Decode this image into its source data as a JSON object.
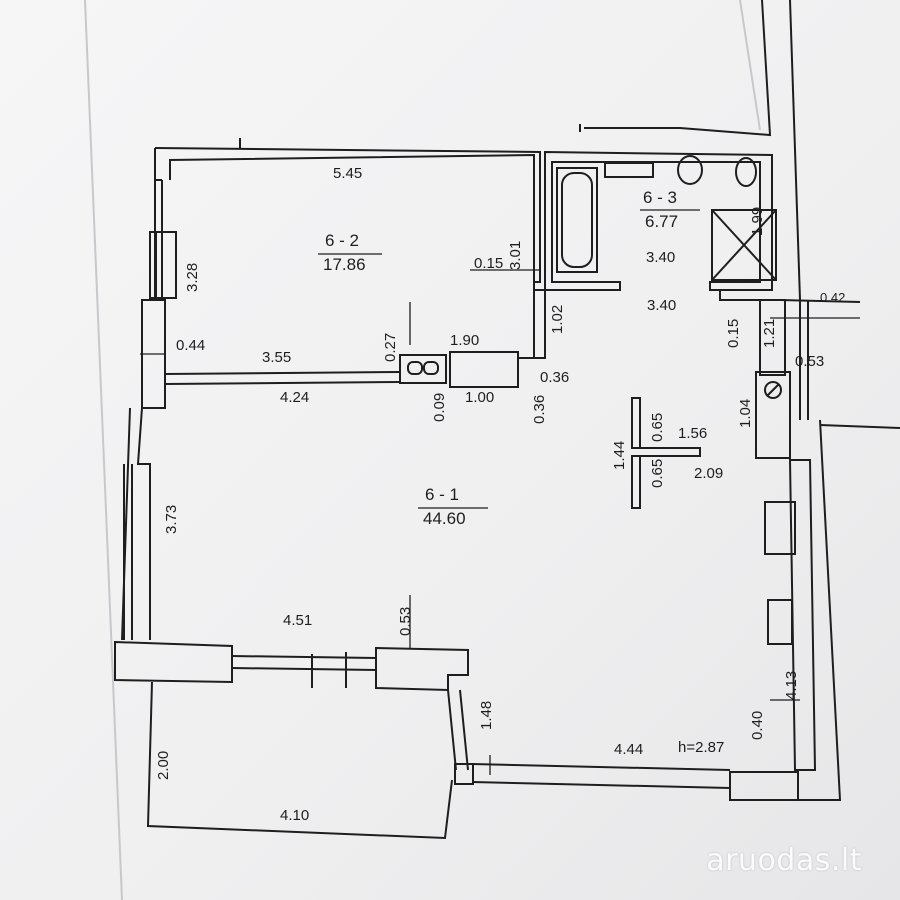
{
  "rooms": {
    "r62": {
      "code": "6 - 2",
      "area": "17.86"
    },
    "r63": {
      "code": "6 - 3",
      "area": "6.77"
    },
    "r61": {
      "code": "6 - 1",
      "area": "44.60"
    }
  },
  "dims": {
    "d545": "5.45",
    "d328": "3.28",
    "d301": "3.01",
    "d015a": "0.15",
    "d340a": "3.40",
    "d199": "1.99",
    "d340b": "3.40",
    "d042": "0.42",
    "d044": "0.44",
    "d355": "3.55",
    "d027": "0.27",
    "d190": "1.90",
    "d102": "1.02",
    "d015b": "0.15",
    "d121": "1.21",
    "d053a": "0.53",
    "d424": "4.24",
    "d009": "0.09",
    "d100": "1.00",
    "d036a": "0.36",
    "d036b": "0.36",
    "d065a": "0.65",
    "d156": "1.56",
    "d104": "1.04",
    "d144": "1.44",
    "d065b": "0.65",
    "d209": "2.09",
    "d373": "3.73",
    "d451": "4.51",
    "d053b": "0.53",
    "d148": "1.48",
    "d200": "2.00",
    "d410": "4.10",
    "d444": "4.44",
    "d040": "0.40",
    "d413": "4.13"
  },
  "height_label": "h=2.87",
  "watermark": "aruodas.lt",
  "colors": {
    "paper": "#f3f3f4",
    "ink": "#1e1e1e",
    "watermark": "#ffffff"
  }
}
